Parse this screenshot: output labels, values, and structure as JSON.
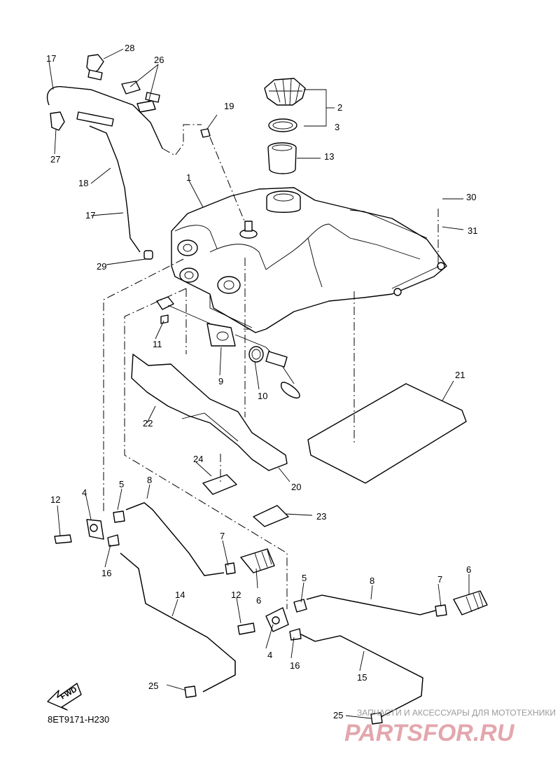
{
  "diagram": {
    "code": "8ET9171-H230",
    "fwd_label": "FWD",
    "watermark": {
      "top": "ЗАПЧАСТИ И АКСЕССУАРЫ ДЛЯ МОТОТЕХНИКИ",
      "main": "PARTSFOR.RU"
    },
    "labels": [
      "1",
      "2",
      "3",
      "4",
      "4",
      "5",
      "5",
      "6",
      "6",
      "7",
      "7",
      "8",
      "8",
      "9",
      "10",
      "11",
      "12",
      "12",
      "13",
      "14",
      "15",
      "16",
      "16",
      "17",
      "17",
      "18",
      "19",
      "20",
      "21",
      "22",
      "23",
      "24",
      "25",
      "25",
      "26",
      "27",
      "28",
      "29",
      "30",
      "31"
    ]
  }
}
